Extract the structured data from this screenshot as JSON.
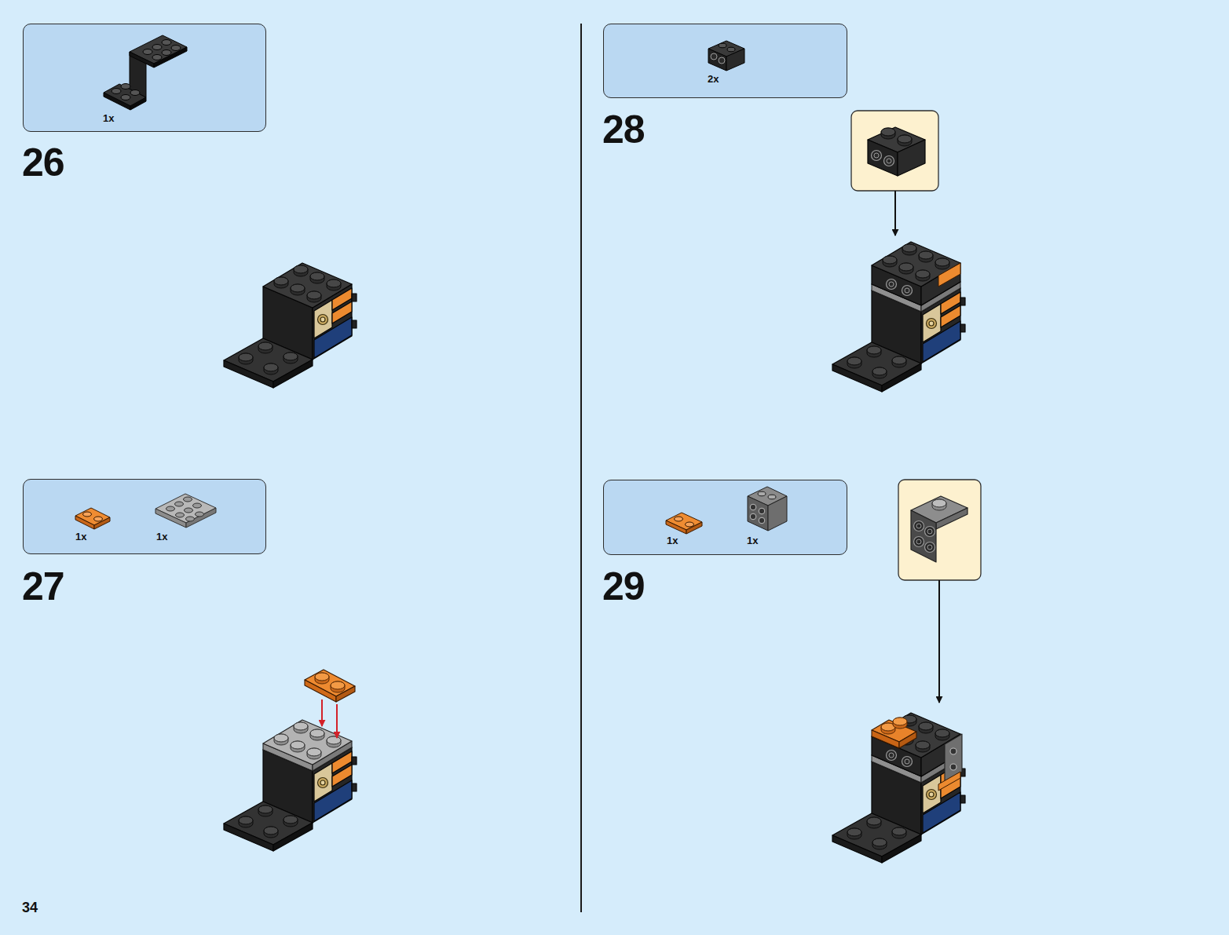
{
  "diagram": {
    "nodes": [
      {
        "text": [
          "1x"
        ]
      },
      {
        "text": [
          "1x",
          "1x"
        ]
      },
      {
        "text": [
          "2x"
        ]
      },
      {
        "text": [
          "1x",
          "1x"
        ]
      }
    ],
    "labels": [
      "26",
      "27",
      "28",
      "29",
      "34"
    ]
  }
}
